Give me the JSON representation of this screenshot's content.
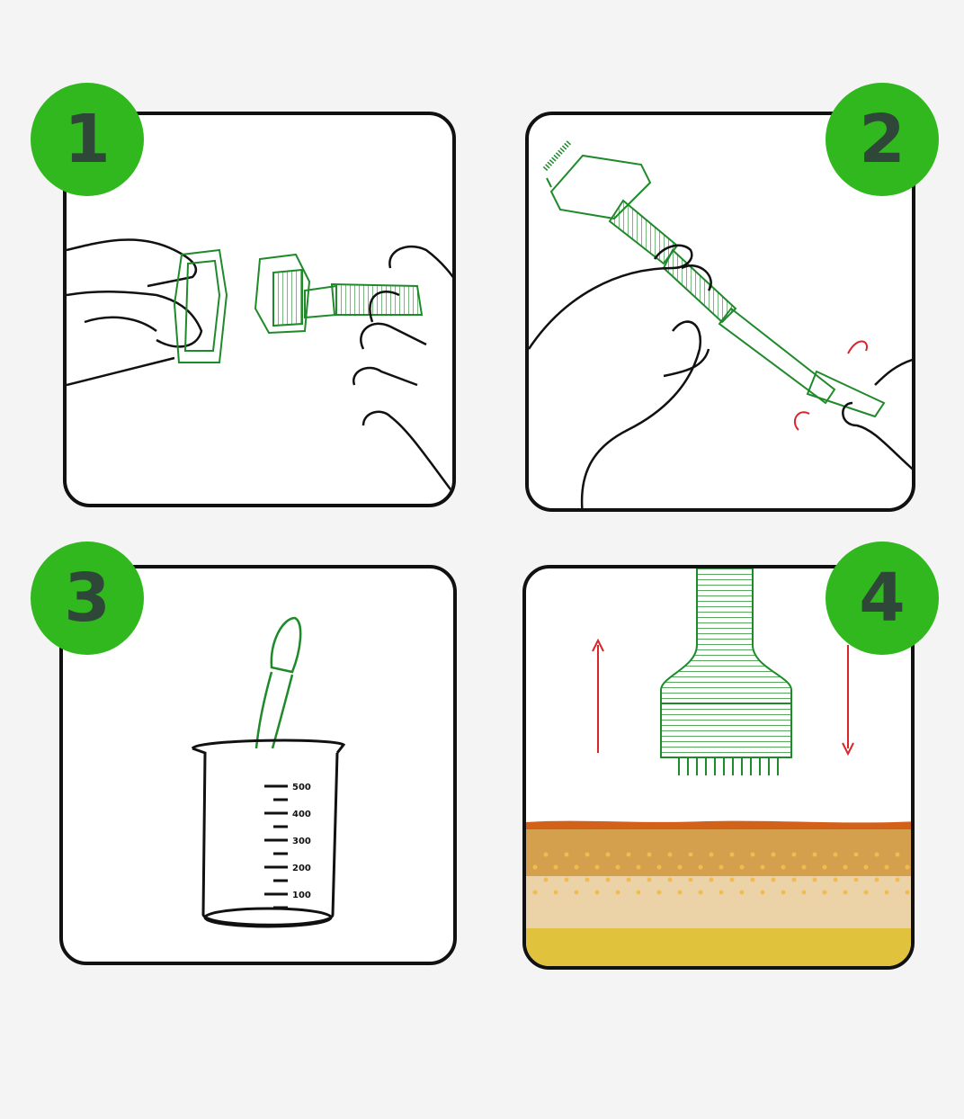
{
  "steps": [
    {
      "number": "1"
    },
    {
      "number": "2"
    },
    {
      "number": "3"
    },
    {
      "number": "4"
    }
  ],
  "beaker": {
    "scale_labels": [
      "500",
      "400",
      "300",
      "200",
      "100"
    ]
  },
  "colors": {
    "badge": "#30b81e",
    "badge_digit": "#2e4738",
    "device_line": "#1f8a2a",
    "arrow": "#d9262a",
    "skin_top": "#d2621a",
    "skin_epidermis": "#d4a04e",
    "skin_dermis": "#ecd3a7",
    "skin_fat": "#e0c23c",
    "skin_dots": "#f2bb50"
  }
}
